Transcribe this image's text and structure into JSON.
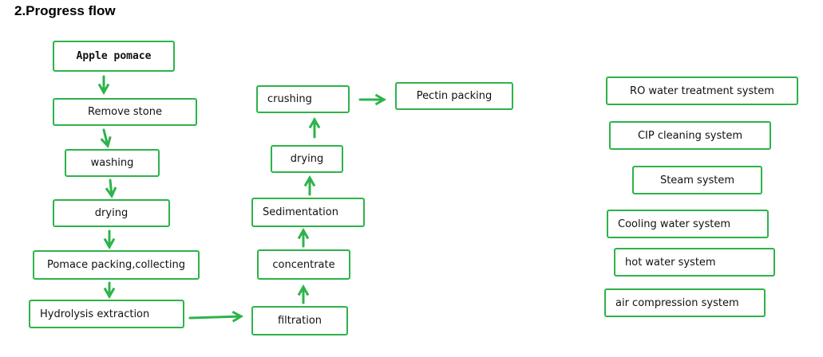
{
  "heading": "2.Progress flow",
  "colors": {
    "accent": "#2db34a",
    "text": "#111111"
  },
  "left_column": {
    "step1": "Apple pomace",
    "step2": "Remove stone",
    "step3": "washing",
    "step4": "drying",
    "step5": "Pomace packing,collecting",
    "step6": "Hydrolysis extraction"
  },
  "middle_column": {
    "step7": "filtration",
    "step8": "concentrate",
    "step9": "Sedimentation",
    "step10": "drying",
    "step11": "crushing",
    "step12": "Pectin packing"
  },
  "systems": [
    "RO water treatment system",
    "CIP cleaning system",
    "Steam system",
    "Cooling water system",
    "hot water system",
    "air compression system"
  ]
}
